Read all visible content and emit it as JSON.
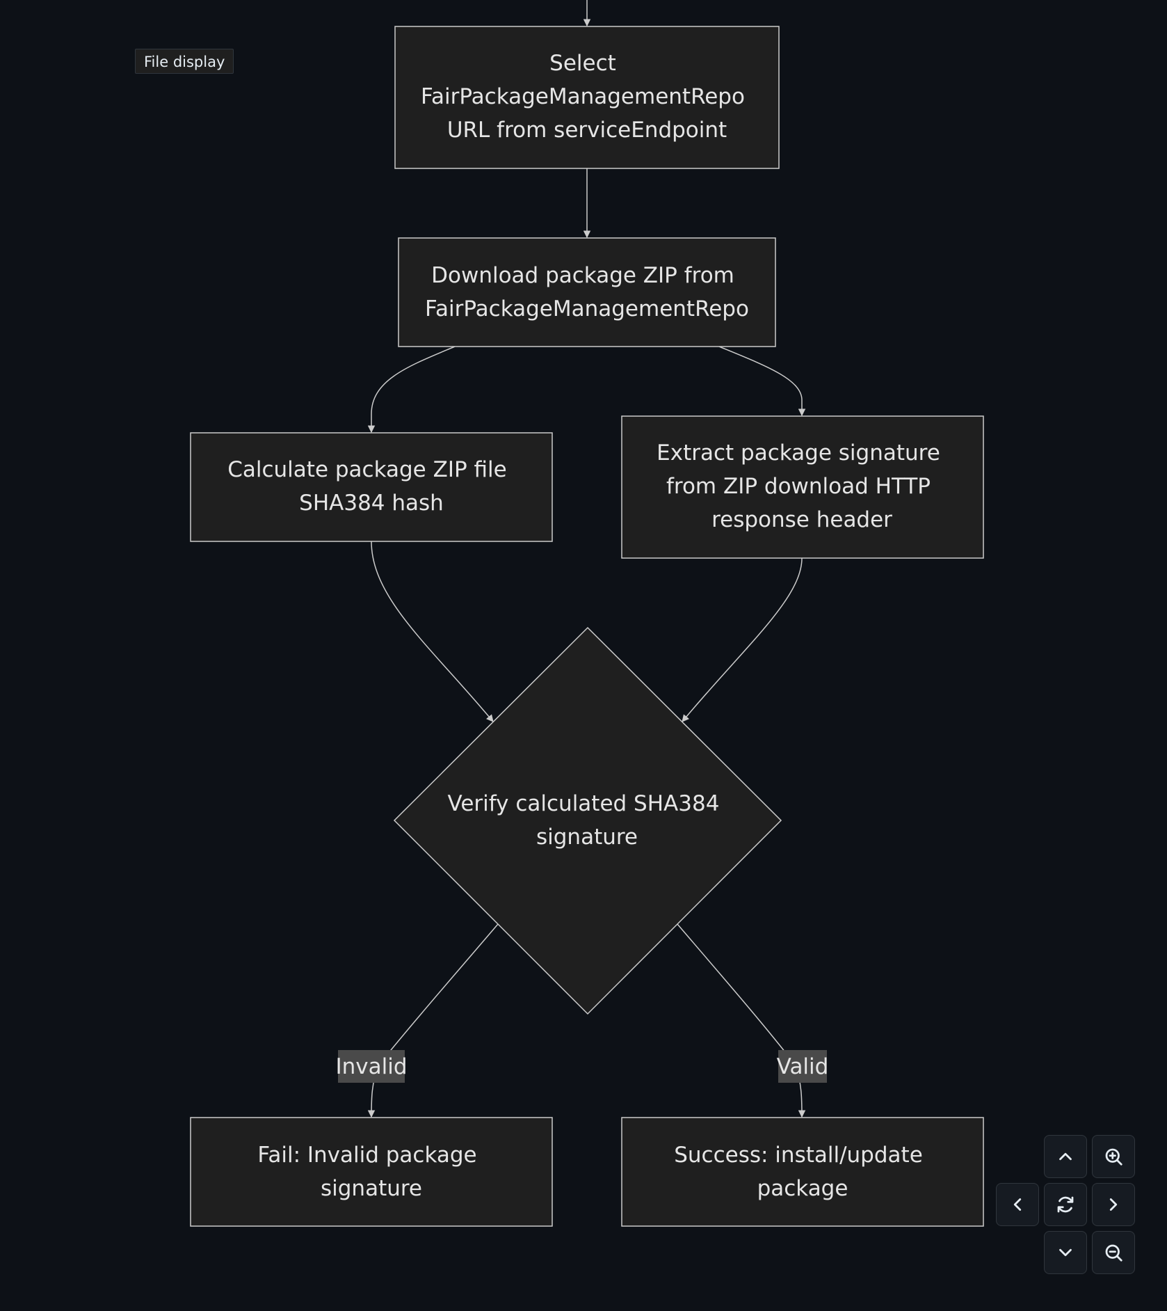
{
  "file_display_label": "File display",
  "nodes": {
    "select": [
      "Select",
      "FairPackageManagementRepo",
      "URL from serviceEndpoint"
    ],
    "download": [
      "Download package ZIP from",
      "FairPackageManagementRepo"
    ],
    "calculate": [
      "Calculate package ZIP file",
      "SHA384 hash"
    ],
    "extract": [
      "Extract package signature",
      "from ZIP download HTTP",
      "response header"
    ],
    "verify": [
      "Verify calculated SHA384",
      "signature"
    ],
    "fail": [
      "Fail: Invalid package",
      "signature"
    ],
    "success": [
      "Success: install/update",
      "package"
    ]
  },
  "edges": {
    "invalid_label": "Invalid",
    "valid_label": "Valid"
  },
  "controls": {
    "up": "chevron-up-icon",
    "zoom_in": "zoom-in-icon",
    "left": "chevron-left-icon",
    "reset": "reset-icon",
    "right": "chevron-right-icon",
    "down": "chevron-down-icon",
    "zoom_out": "zoom-out-icon"
  }
}
